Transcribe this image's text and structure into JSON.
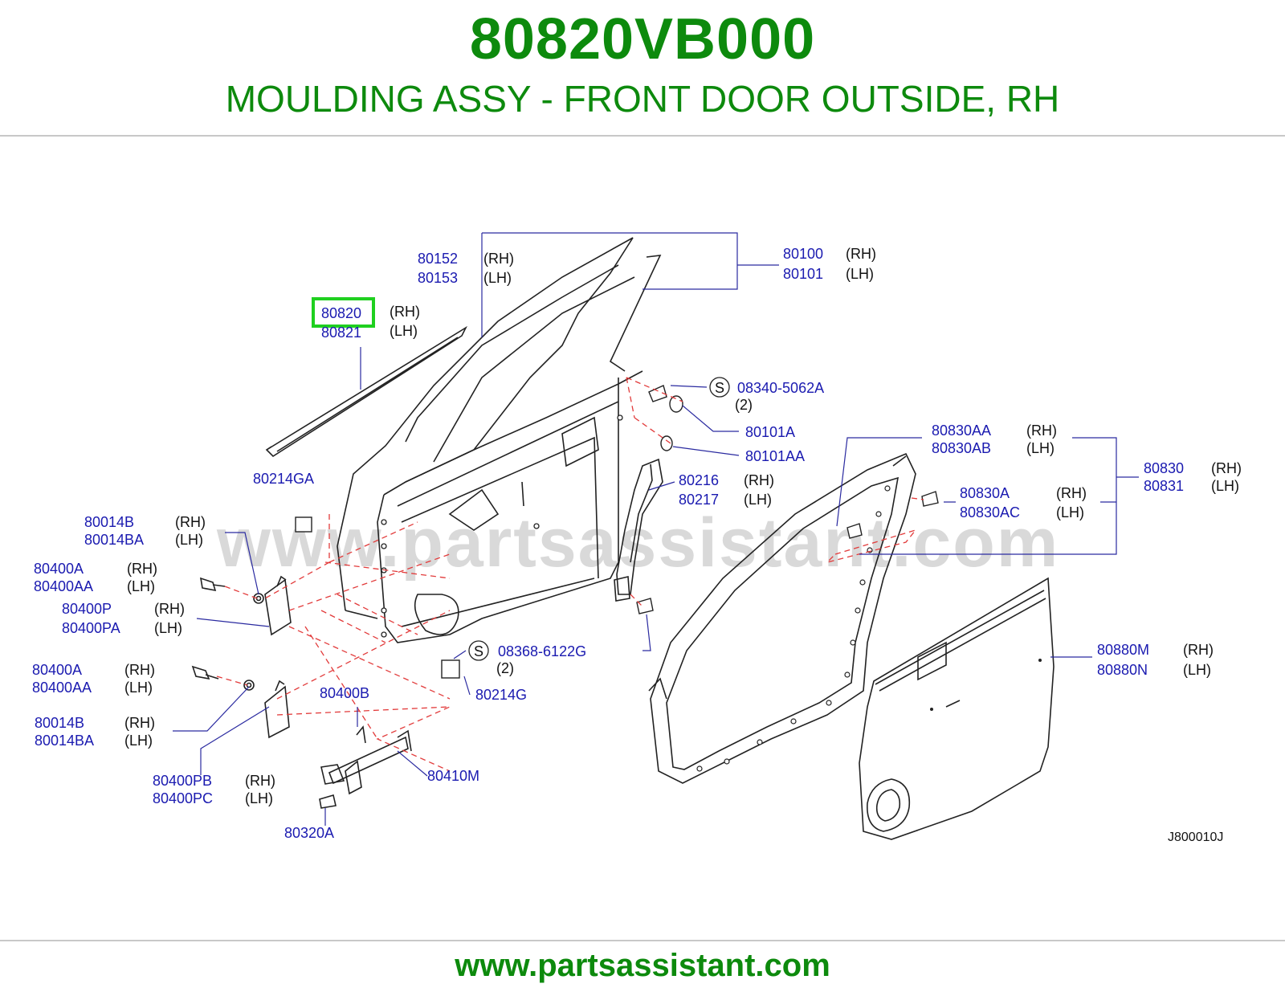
{
  "header": {
    "part_number": "80820VB000",
    "description": "MOULDING ASSY - FRONT DOOR OUTSIDE, RH"
  },
  "footer": {
    "url": "www.partsassistant.com"
  },
  "watermark": "www.partsassistant.com",
  "diagram": {
    "code": "J800010J",
    "highlight_color": "#1fd01f",
    "callouts": {
      "c80152": "80152",
      "c80153": "80153",
      "c80100": "80100",
      "c80101": "80101",
      "c80820": "80820",
      "c80821": "80821",
      "c08340": "08340-5062A",
      "q08340": "(2)",
      "c80101A": "80101A",
      "c80101AA": "80101AA",
      "c80214GA": "80214GA",
      "c80216": "80216",
      "c80217": "80217",
      "c80830AA": "80830AA",
      "c80830AB": "80830AB",
      "c80830": "80830",
      "c80831": "80831",
      "c80830A": "80830A",
      "c80830AC": "80830AC",
      "c80014B_1": "80014B",
      "c80014BA_1": "80014BA",
      "c80400A_1": "80400A",
      "c80400AA_1": "80400AA",
      "c80400P": "80400P",
      "c80400PA": "80400PA",
      "c08368": "08368-6122G",
      "q08368": "(2)",
      "c80214G": "80214G",
      "c80880M": "80880M",
      "c80880N": "80880N",
      "c80400A_2": "80400A",
      "c80400AA_2": "80400AA",
      "c80400B": "80400B",
      "c80014B_2": "80014B",
      "c80014BA_2": "80014BA",
      "c80410M": "80410M",
      "c80400PB": "80400PB",
      "c80400PC": "80400PC",
      "c80320A": "80320A"
    },
    "sides": {
      "rh": "(RH)",
      "lh": "(LH)"
    },
    "symbol_s": "S"
  }
}
